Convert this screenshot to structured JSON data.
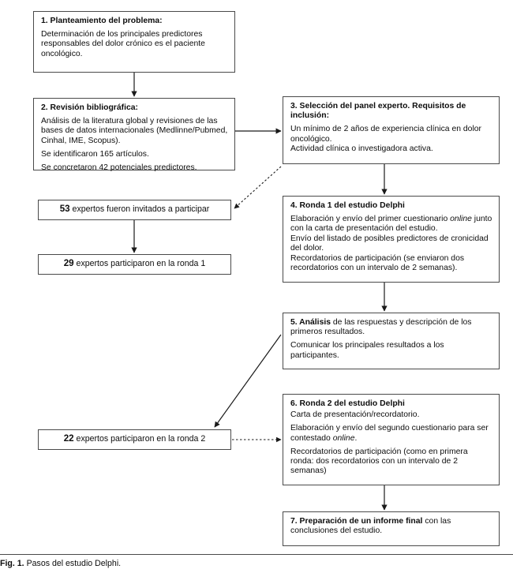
{
  "figure": {
    "caption_lead": "Fig. 1.",
    "caption_text": "Pasos del estudio Delphi."
  },
  "colors": {
    "box_border": "#4a4a4a",
    "text": "#0d0d0d",
    "background": "#ffffff",
    "connector": "#1a1a1a"
  },
  "nodes": {
    "box1": {
      "heading": "1. Planteamiento del problema:",
      "lines": [
        "Determinación de los principales predictores responsables del dolor crónico es el paciente oncológico."
      ]
    },
    "box2": {
      "heading": "2. Revisión bibliográfica:",
      "lines": [
        "Análisis de la literatura global y revisiones de las bases de datos internacionales (Medlinne/Pubmed, Cinhal, IME, Scopus).",
        "Se identificaron 165 artículos.",
        "Se concretaron 42 potenciales predictores."
      ]
    },
    "box3": {
      "heading": "3. Selección del panel experto. Requisitos de inclusión:",
      "lines": [
        "Un mínimo de 2 años de experiencia clínica en dolor oncológico.",
        "Actividad clínica o investigadora activa."
      ]
    },
    "box4": {
      "heading": "4. Ronda 1 del estudio Delphi",
      "line1_a": "Elaboración y envío del primer cuestionario ",
      "line1_italic": "online",
      "line1_b": " junto con la carta de presentación del estudio.",
      "lines": [
        "Envío del listado de posibles predictores de cronicidad del dolor.",
        "Recordatorios de participación (se enviaron dos recordatorios con un intervalo de 2 semanas)."
      ]
    },
    "box5": {
      "heading": "5. Análisis",
      "heading_rest": " de las respuestas y descripción de los primeros resultados.",
      "lines": [
        "Comunicar los principales resultados a los participantes."
      ]
    },
    "box6": {
      "heading": "6. Ronda 2 del estudio Delphi",
      "lines_before": [
        "Carta de presentación/recordatorio."
      ],
      "line_mid_a": "Elaboración y envío del segundo cuestionario para ser contestado ",
      "line_mid_italic": "online",
      "line_mid_b": ".",
      "lines_after": [
        "Recordatorios de participación (como en primera ronda: dos recordatorios con un intervalo de 2 semanas)"
      ]
    },
    "box7": {
      "heading": "7. Preparación de un informe final",
      "heading_rest": " con las conclusiones del estudio."
    },
    "boxA": {
      "number": "53",
      "label": " expertos fueron invitados a participar"
    },
    "boxB": {
      "number": "29",
      "label": " expertos participaron en la ronda 1"
    },
    "boxC": {
      "number": "22",
      "label": " expertos participaron en la ronda 2"
    }
  },
  "connectors": [
    {
      "name": "box1-to-box2",
      "style": "solid",
      "from": "box1",
      "to": "box2"
    },
    {
      "name": "box2-to-box3",
      "style": "solid",
      "from": "box2",
      "to": "box3"
    },
    {
      "name": "box3-to-boxA",
      "style": "dotted",
      "from": "box3",
      "to": "boxA"
    },
    {
      "name": "box3-to-box4",
      "style": "solid",
      "from": "box3",
      "to": "box4"
    },
    {
      "name": "boxA-to-boxB",
      "style": "solid",
      "from": "boxA",
      "to": "boxB"
    },
    {
      "name": "box4-to-box5",
      "style": "solid",
      "from": "box4",
      "to": "box5"
    },
    {
      "name": "box5-to-boxC",
      "style": "solid",
      "from": "box5",
      "to": "boxC"
    },
    {
      "name": "boxC-to-box6",
      "style": "dotted",
      "from": "boxC",
      "to": "box6"
    },
    {
      "name": "box6-to-box7",
      "style": "solid",
      "from": "box6",
      "to": "box7"
    }
  ]
}
